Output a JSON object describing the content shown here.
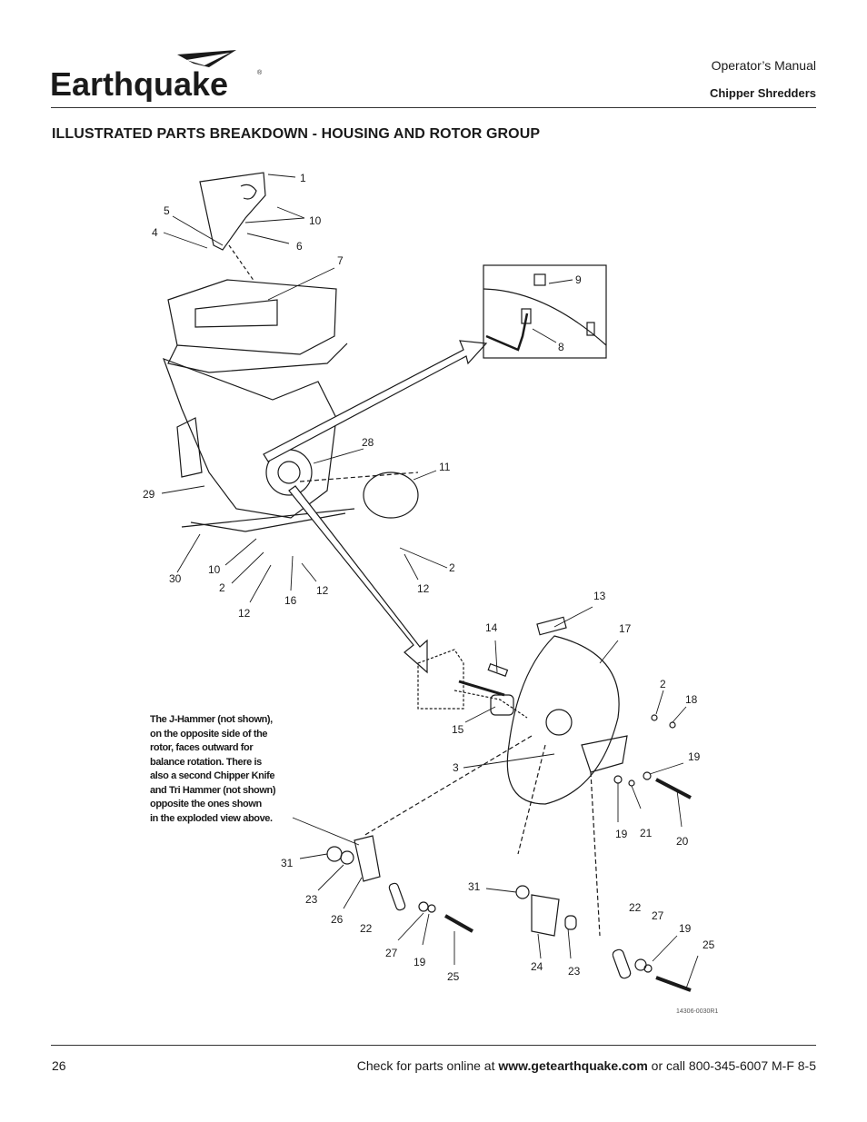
{
  "header": {
    "logo_text": "Earthquake",
    "doc_type": "Operator’s Manual",
    "doc_subject": "Chipper Shredders"
  },
  "section_title": "ILLUSTRATED PARTS BREAKDOWN - HOUSING AND ROTOR GROUP",
  "diagram": {
    "callouts": [
      "1",
      "10",
      "5",
      "4",
      "6",
      "7",
      "9",
      "8",
      "28",
      "11",
      "29",
      "30",
      "10",
      "2",
      "16",
      "12",
      "12",
      "2",
      "12",
      "13",
      "14",
      "17",
      "15",
      "2",
      "18",
      "3",
      "19",
      "19",
      "21",
      "20",
      "31",
      "23",
      "26",
      "22",
      "27",
      "19",
      "25",
      "31",
      "24",
      "23",
      "22",
      "27",
      "19",
      "25"
    ],
    "note_lines": [
      "The J-Hammer (not shown),",
      "on the opposite side of the",
      "rotor, faces outward for",
      "balance rotation.  There is",
      "also a second Chipper Knife",
      "and Tri Hammer (not shown)",
      "opposite the ones shown",
      "in the exploded view above."
    ],
    "figure_id": "14306-0030R1"
  },
  "footer": {
    "page_number": "26",
    "text_before": "Check for parts online at ",
    "url": "www.getearthquake.com",
    "text_after": " or call 800-345-6007 M-F 8-5"
  }
}
